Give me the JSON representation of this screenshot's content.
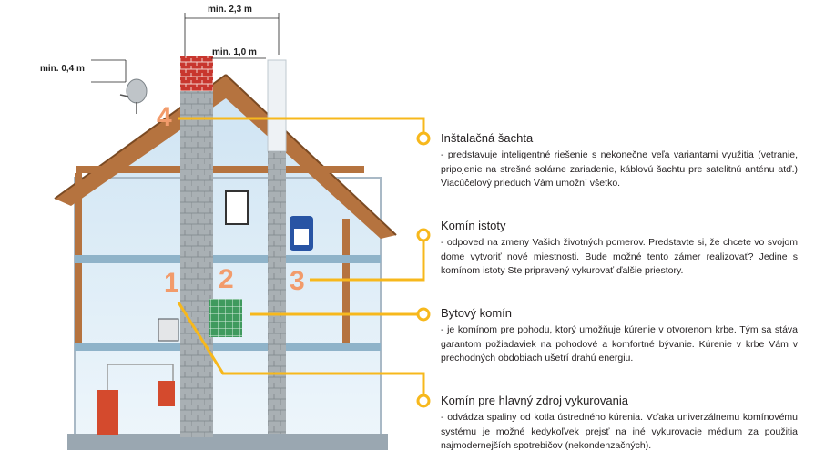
{
  "dimensions": {
    "chimney_spacing": "min. 2,3 m",
    "ridge_distance": "min. 1,0 m",
    "roof_height": "min. 0,4 m"
  },
  "markers": [
    "1",
    "2",
    "3",
    "4"
  ],
  "items": [
    {
      "title": "Inštalačná šachta",
      "desc": "- predstavuje inteligentné riešenie s nekonečne veľa variantami využitia (vetranie, pripojenie na strešné solárne zariadenie, káblovú šachtu pre satelitnú anténu atď.) Viacúčelový prieduch Vám umožní všetko."
    },
    {
      "title": "Komín istoty",
      "desc": "- odpoveď na zmeny Vašich životných pomerov. Predstavte si, že chcete vo svojom dome vytvoriť nové miestnosti. Bude možné tento zámer realizovať? Jedine s komínom istoty Ste pripravený vykurovať ďalšie priestory."
    },
    {
      "title": "Bytový komín",
      "desc": "- je komínom pre pohodu, ktorý umožňuje kúrenie v otvorenom krbe. Tým sa stáva garantom požiadaviek na pohodové a komfortné bývanie. Kúrenie v krbe Vám v prechodných obdobiach ušetrí drahú energiu."
    },
    {
      "title": "Komín pre hlavný zdroj vykurovania",
      "desc": "- odvádza spaliny od kotla ústredného kúrenia. Vďaka univerzálnemu komínovému systému je možné kedykoľvek prejsť na iné vykurovacie médium za použitia najmodernejších spotrebičov (nekondenzačných)."
    }
  ],
  "colors": {
    "connector": "#f7b81c",
    "marker_number": "#f29b6b",
    "roof_beam": "#b5733f",
    "floor_slab": "#8fb3c9",
    "chimney_block": "#9aa3a8",
    "brick": "#c8362e"
  }
}
